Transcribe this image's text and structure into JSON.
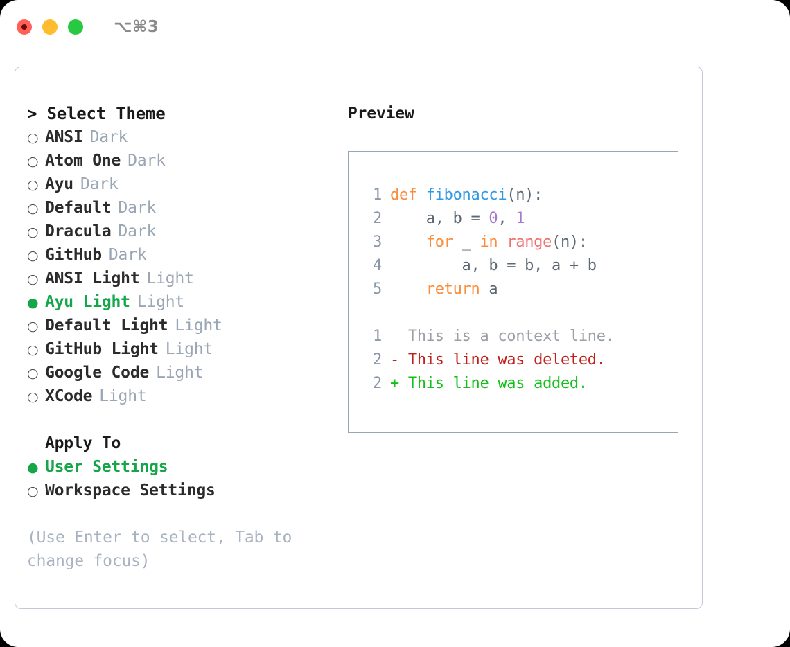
{
  "titlebar": {
    "shortcut": "⌥⌘3",
    "traffic_lights": [
      {
        "name": "close",
        "color": "#ff6158"
      },
      {
        "name": "minimize",
        "color": "#febc2e"
      },
      {
        "name": "maximize",
        "color": "#28c840"
      }
    ]
  },
  "theme_list": {
    "header": "> Select Theme",
    "marker_selected": "●",
    "marker_unselected": "○",
    "items": [
      {
        "name": "ANSI",
        "variant": "Dark",
        "selected": false
      },
      {
        "name": "Atom One",
        "variant": "Dark",
        "selected": false
      },
      {
        "name": "Ayu",
        "variant": "Dark",
        "selected": false
      },
      {
        "name": "Default",
        "variant": "Dark",
        "selected": false
      },
      {
        "name": "Dracula",
        "variant": "Dark",
        "selected": false
      },
      {
        "name": "GitHub",
        "variant": "Dark",
        "selected": false
      },
      {
        "name": "ANSI Light",
        "variant": "Light",
        "selected": false
      },
      {
        "name": "Ayu Light",
        "variant": "Light",
        "selected": true
      },
      {
        "name": "Default Light",
        "variant": "Light",
        "selected": false
      },
      {
        "name": "GitHub Light",
        "variant": "Light",
        "selected": false
      },
      {
        "name": "Google Code",
        "variant": "Light",
        "selected": false
      },
      {
        "name": "XCode",
        "variant": "Light",
        "selected": false
      }
    ]
  },
  "apply_to": {
    "title": "Apply To",
    "options": [
      {
        "label": "User Settings",
        "selected": true
      },
      {
        "label": "Workspace Settings",
        "selected": false
      }
    ]
  },
  "hint": "(Use Enter to select, Tab to change focus)",
  "preview": {
    "title": "Preview",
    "code_lines": [
      {
        "lineno": "1",
        "tokens": [
          {
            "text": "def ",
            "type": "kw"
          },
          {
            "text": "fibonacci",
            "type": "fn"
          },
          {
            "text": "(n):",
            "type": "punct"
          }
        ]
      },
      {
        "lineno": "2",
        "tokens": [
          {
            "text": "    a, b = ",
            "type": "plain"
          },
          {
            "text": "0",
            "type": "num"
          },
          {
            "text": ", ",
            "type": "plain"
          },
          {
            "text": "1",
            "type": "num"
          }
        ]
      },
      {
        "lineno": "3",
        "tokens": [
          {
            "text": "    ",
            "type": "plain"
          },
          {
            "text": "for",
            "type": "kw"
          },
          {
            "text": " _ ",
            "type": "plain"
          },
          {
            "text": "in",
            "type": "kw"
          },
          {
            "text": " ",
            "type": "plain"
          },
          {
            "text": "range",
            "type": "bi"
          },
          {
            "text": "(n):",
            "type": "punct"
          }
        ]
      },
      {
        "lineno": "4",
        "tokens": [
          {
            "text": "        a, b = b, a + b",
            "type": "plain"
          }
        ]
      },
      {
        "lineno": "5",
        "tokens": [
          {
            "text": "    ",
            "type": "plain"
          },
          {
            "text": "return",
            "type": "kw"
          },
          {
            "text": " a",
            "type": "plain"
          }
        ]
      }
    ],
    "diff_lines": [
      {
        "lineno": "1",
        "sign": " ",
        "text": " This is a context line.",
        "type": "ctx"
      },
      {
        "lineno": "2",
        "sign": "-",
        "text": " This line was deleted.",
        "type": "del"
      },
      {
        "lineno": "2",
        "sign": "+",
        "text": " This line was added.",
        "type": "add"
      }
    ]
  },
  "colors": {
    "accent_green": "#16a64a",
    "keyword_orange": "#fa8d3e",
    "function_blue": "#3199e1",
    "number_purple": "#a37acc",
    "builtin_red": "#f07171",
    "muted_gray": "#9aa6b4",
    "diff_add": "#12c118",
    "diff_del": "#c0201a"
  }
}
